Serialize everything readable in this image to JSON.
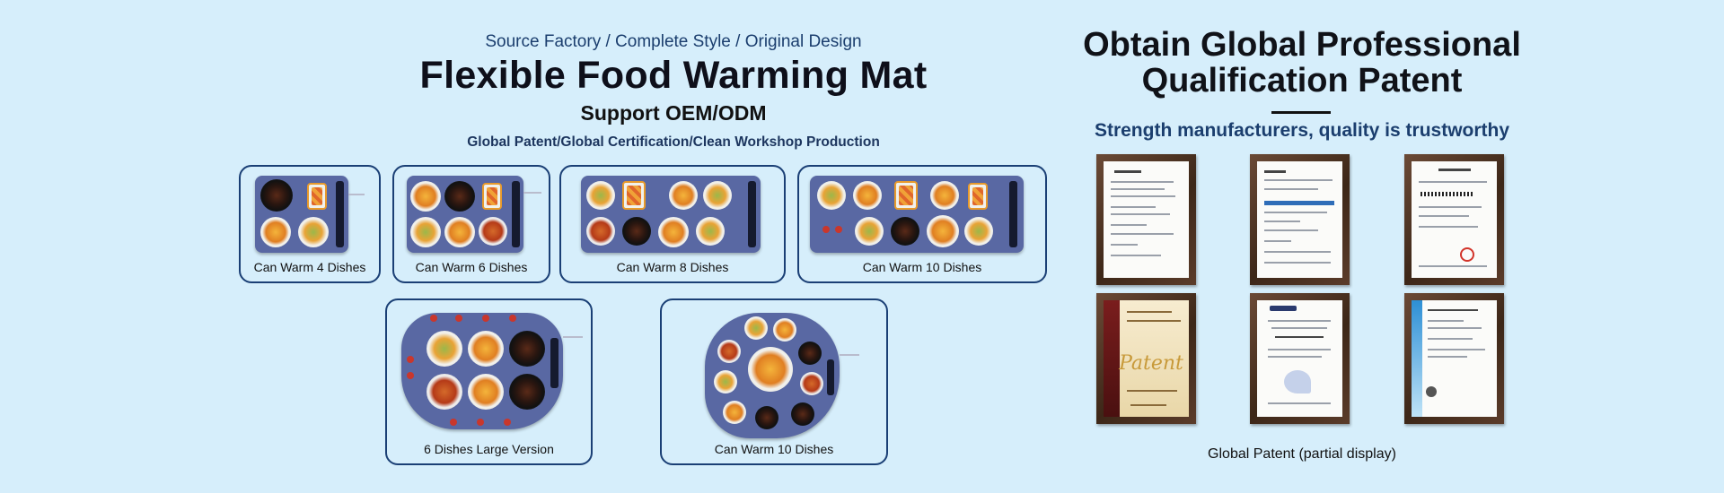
{
  "left_heading": {
    "tagline": "Source Factory / Complete Style / Original Design",
    "title": "Flexible Food Warming Mat",
    "subtitle": "Support OEM/ODM",
    "features": "Global Patent/Global Certification/Clean Workshop Production"
  },
  "products": [
    {
      "label": "Can Warm 4 Dishes"
    },
    {
      "label": "Can Warm 6 Dishes"
    },
    {
      "label": "Can Warm 8 Dishes"
    },
    {
      "label": "Can Warm 10 Dishes"
    },
    {
      "label": "6 Dishes Large Version"
    },
    {
      "label": "Can Warm 10 Dishes"
    }
  ],
  "right_heading": {
    "title_line1": "Obtain Global Professional",
    "title_line2": "Qualification Patent",
    "subtitle": "Strength manufacturers, quality is trustworthy"
  },
  "certificates": [
    {
      "icon": "certificate-document-icon"
    },
    {
      "icon": "certificate-document-icon"
    },
    {
      "icon": "certificate-document-icon"
    },
    {
      "icon": "patent-certificate-icon",
      "emblem_text": "Patent"
    },
    {
      "icon": "registration-certificate-icon"
    },
    {
      "icon": "certificate-document-icon"
    }
  ],
  "patent_caption": "Global Patent (partial display)",
  "colors": {
    "background": "#d6eefb",
    "card_border": "#1a3f75",
    "mat": "#5968a3",
    "heading_blue": "#1b3e6e"
  }
}
